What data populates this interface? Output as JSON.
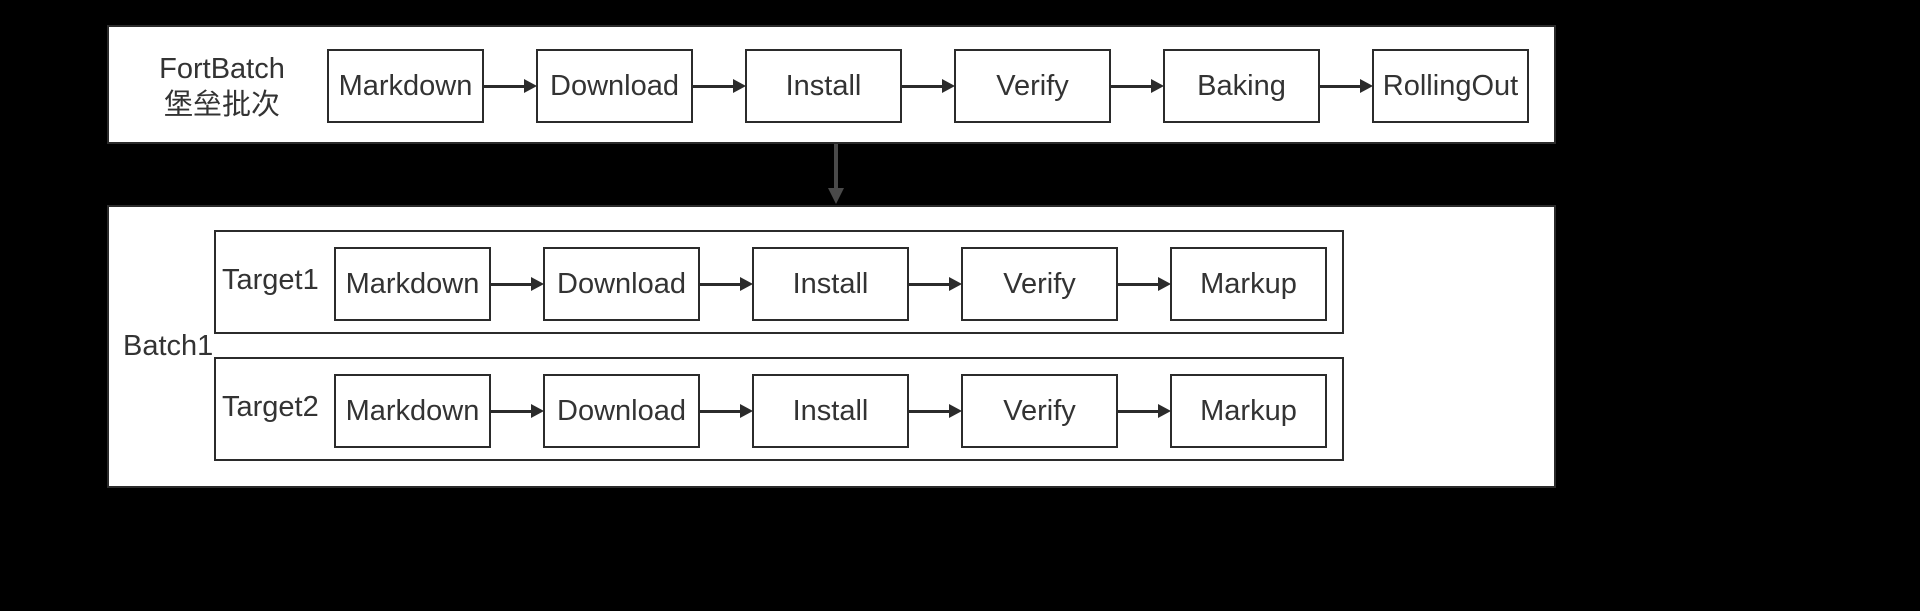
{
  "diagram": {
    "background_color": "#000000",
    "panel_color": "#ffffff",
    "stroke_color": "#2b2b2b",
    "text_color": "#333333",
    "fortbatch": {
      "label_line1": "FortBatch",
      "label_line2": "堡垒批次",
      "nodes": [
        {
          "label": "Markdown"
        },
        {
          "label": "Download"
        },
        {
          "label": "Install"
        },
        {
          "label": "Verify"
        },
        {
          "label": "Baking"
        },
        {
          "label": "RollingOut"
        }
      ]
    },
    "connector": {
      "name": "down-arrow",
      "direction": "down"
    },
    "batch": {
      "label": "Batch1",
      "targets": [
        {
          "label": "Target1",
          "nodes": [
            {
              "label": "Markdown"
            },
            {
              "label": "Download"
            },
            {
              "label": "Install"
            },
            {
              "label": "Verify"
            },
            {
              "label": "Markup"
            }
          ]
        },
        {
          "label": "Target2",
          "nodes": [
            {
              "label": "Markdown"
            },
            {
              "label": "Download"
            },
            {
              "label": "Install"
            },
            {
              "label": "Verify"
            },
            {
              "label": "Markup"
            }
          ]
        }
      ]
    }
  }
}
